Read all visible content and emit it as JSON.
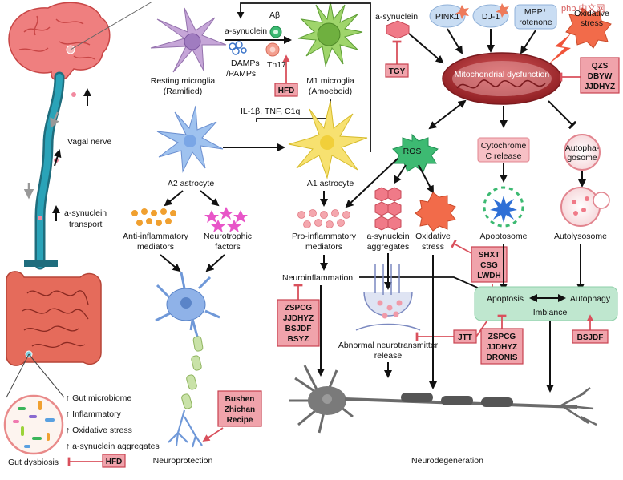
{
  "left": {
    "vagal_nerve": "Vagal nerve",
    "transport_line1": "a-synuclein",
    "transport_line2": "transport",
    "gut_list": [
      "↑ Gut microbiome",
      "↑ Inflammatory",
      "↑ Oxidative stress",
      "↑ a-synuclein aggregates"
    ],
    "gut_dysbiosis": "Gut dysbiosis",
    "hfd": "HFD"
  },
  "microglia": {
    "resting_line1": "Resting microglia",
    "resting_line2": "(Ramified)",
    "asyn": "a-synuclein",
    "abeta": "Aβ",
    "damps_line1": "DAMPs",
    "damps_line2": "/PAMPs",
    "th17": "Th17",
    "hfd": "HFD",
    "m1_line1": "M1 microglia",
    "m1_line2": "(Amoeboid)",
    "cytokines": "IL-1β, TNF, C1q"
  },
  "astro": {
    "a2": "A2 astrocyte",
    "a1": "A1 astrocyte",
    "anti_line1": "Anti-inflammatory",
    "anti_line2": "mediators",
    "neuro_line1": "Neurotrophic",
    "neuro_line2": "factors",
    "pro_line1": "Pro-inflammatory",
    "pro_line2": "mediators",
    "neuroprotection": "Neuroprotection",
    "bushen": [
      "Bushen",
      "Zhichan",
      "Recipe"
    ]
  },
  "center": {
    "neuroinflammation": "Neuroinflammation",
    "zspcg_box": [
      "ZSPCG",
      "JJDHYZ",
      "BSJDF",
      "BSYZ"
    ],
    "syn_agg_line1": "a-synuclein",
    "syn_agg_line2": "aggregates",
    "abnormal_line1": "Abnormal neurotransmitter",
    "abnormal_line2": "release",
    "jtt": "JTT",
    "neurodegeneration": "Neurodegeneration"
  },
  "mito": {
    "asyn_top": "a-synuclein",
    "tgy": "TGY",
    "pink1": "PINK1",
    "dj1": "DJ-1",
    "mpp_line1": "MPP⁺",
    "mpp_line2": "rotenone",
    "oxid_line1": "Oxidative",
    "oxid_line2": "stress",
    "dysfunction": "Mitochondrial dysfunction",
    "qzs_box": [
      "QZS",
      "DBYW",
      "JJDHYZ"
    ],
    "watermark": "php 中文网"
  },
  "right": {
    "ros": "ROS",
    "cyto_line1": "Cytochrome",
    "cyto_line2": "C release",
    "autoph_line1": "Autopha-",
    "autoph_line2": "gosome",
    "oxid_line1": "Oxidative",
    "oxid_line2": "stress",
    "apoptosome": "Apoptosome",
    "autolysosome": "Autolysosome",
    "shxt_box": [
      "SHXT",
      "CSG",
      "LWDH"
    ],
    "apoptosis": "Apoptosis",
    "autophagy": "Autophagy",
    "imbalance": "Imblance",
    "zspcg2_box": [
      "ZSPCG",
      "JJDHYZ",
      "DRONIS"
    ],
    "bsjdf": "BSJDF"
  },
  "colors": {
    "brain": "#ef7f7f",
    "nerve": "#1f8fa3",
    "gut": "#e56b5b",
    "box_fill": "#f0a3ab",
    "box_border": "#c9424f",
    "green_band": "#bfe7cf",
    "ros": "#3dba72",
    "neuron_gray": "#6b6b6b"
  }
}
